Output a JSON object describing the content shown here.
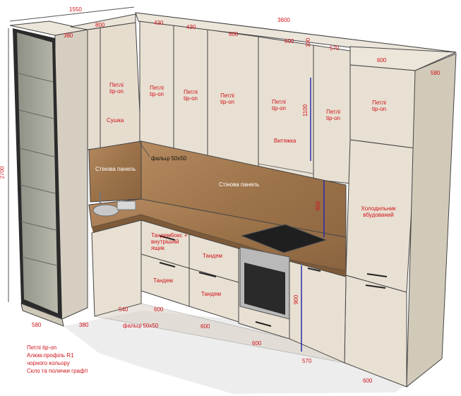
{
  "dims": {
    "top_left_depth": "1550",
    "top_right_length": "3600",
    "height_total": "2700",
    "tall_unit_top": "380",
    "corner_top": "800",
    "upper_w1": "430",
    "upper_w2": "430",
    "upper_w3": "600",
    "upper_w4": "600",
    "hood_top": "100",
    "upper_w5": "570",
    "fridge_top": "600",
    "right_depth": "580",
    "upper_height": "1100",
    "backsplash_height": "600",
    "base_height": "900",
    "tall_bottom": "580",
    "sink_base_bottom": "380",
    "corner_base_depth": "540",
    "drawer_width": "600",
    "drawer_width_2": "600",
    "oven_width": "600",
    "base_right_width": "570",
    "fridge_bottom": "600",
    "filler_bottom": "фальці 50x50"
  },
  "labels": {
    "hinge_1": "Петлі tip-on",
    "dryer": "Сушка",
    "hinge_2": "Петлі tip-on",
    "hinge_3": "Петлі tip-on",
    "hinge_4": "Петлі tip-on",
    "hinge_5": "Петлі tip-on",
    "hood": "Витяжка",
    "hinge_6": "Петлі tip-on",
    "hinge_7": "Петлі tip-on",
    "fridge": "Холодильник вбудований",
    "wall_panel_left": "Стінова панель",
    "wall_panel_right": "Стінова панель",
    "filler_top": "фальці 50x50",
    "tandembox": "Тандембокс + внутрішній ящик",
    "tandem_1": "Тандем",
    "tandem_2": "Тандем",
    "tandem_3": "Тандем"
  },
  "note": {
    "line1": "Петлі tip-on",
    "line2": "Алюм.профіль R1",
    "line3": "чорного кольору",
    "line4": "Скло та полички графіт"
  },
  "colors": {
    "cabinet": "#e8e0d2",
    "cabinet_side": "#d9d1c3",
    "worktop": "#a27a53",
    "dimension_text": "#d0121b",
    "floor": "#ededed",
    "outline": "#333333",
    "glass_frame": "#2a2a2a",
    "dim_line_blue": "#2a2aa8"
  }
}
